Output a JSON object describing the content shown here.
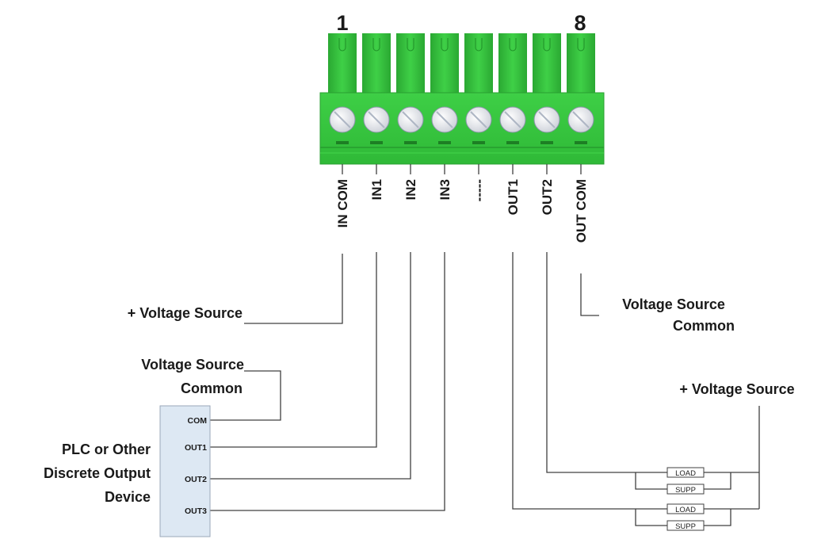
{
  "connector": {
    "first_pin_number": "1",
    "last_pin_number": "8",
    "color": "#33c33b",
    "pins": [
      "IN COM",
      "IN1",
      "IN2",
      "IN3",
      "-----",
      "OUT1",
      "OUT2",
      "OUT COM"
    ]
  },
  "input_side": {
    "plus_voltage_label": "+ Voltage Source",
    "common_label_line1": "Voltage Source",
    "common_label_line2": "Common",
    "device_label_line1": "PLC or Other",
    "device_label_line2": "Discrete Output",
    "device_label_line3": "Device",
    "device_terminals": [
      "COM",
      "OUT1",
      "OUT2",
      "OUT3"
    ]
  },
  "output_side": {
    "common_label_line1": "Voltage Source",
    "common_label_line2": "Common",
    "plus_voltage_label": "+ Voltage Source",
    "load_label": "LOAD",
    "supp_label": "SUPP"
  }
}
